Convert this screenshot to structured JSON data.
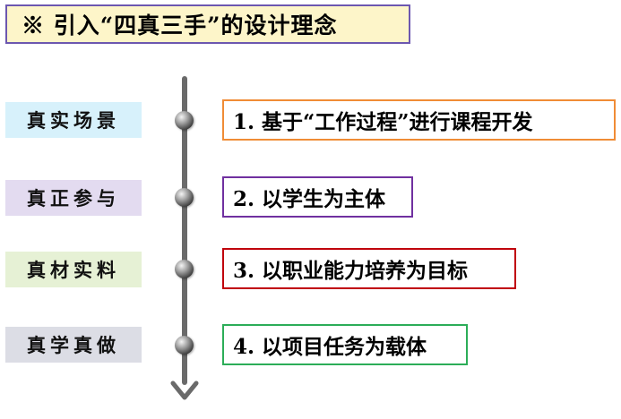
{
  "title": "※ 引入“四真三手”的设计理念",
  "rows": [
    {
      "label": "真实场景",
      "text": "1. 基于“工作过程”进行课程开发",
      "label_bg": "#d7f1fb",
      "border": "#f08c36"
    },
    {
      "label": "真正参与",
      "text": "2. 以学生为主体",
      "label_bg": "#e3dbf0",
      "border": "#7030a0"
    },
    {
      "label": "真材实料",
      "text": "3. 以职业能力培养为目标",
      "label_bg": "#e6f1d5",
      "border": "#c0000c"
    },
    {
      "label": "真学真做",
      "text": "4. 以项目任务为载体",
      "label_bg": "#dcdde5",
      "border": "#2cad58"
    }
  ]
}
